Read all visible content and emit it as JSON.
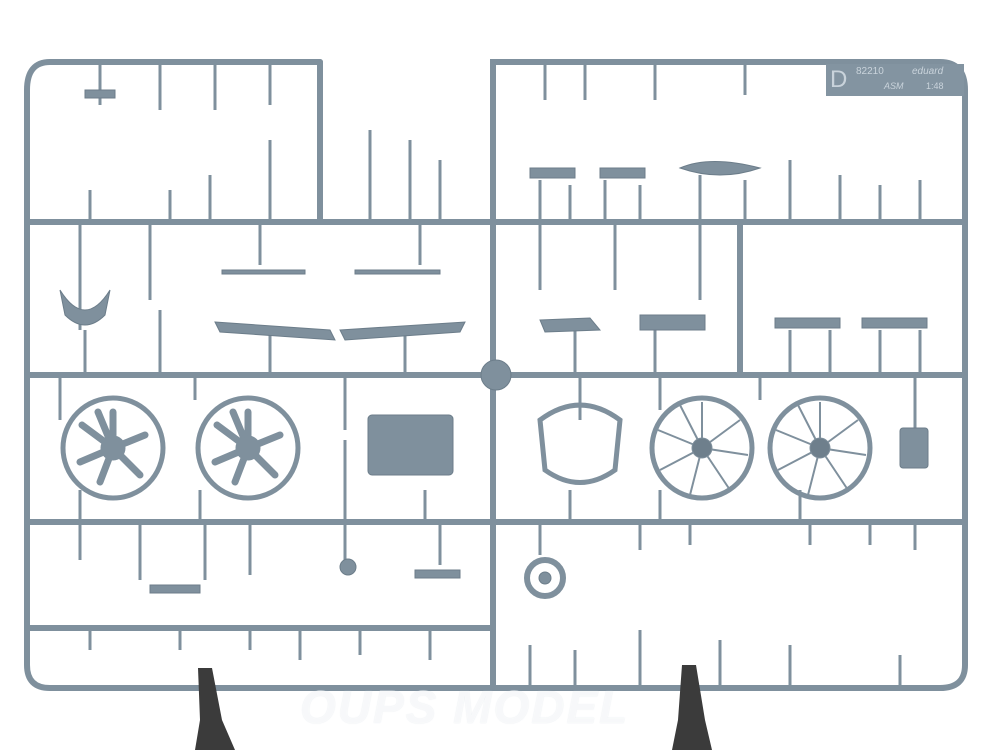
{
  "sprue": {
    "letter": "D",
    "code": "82210",
    "brand": "eduard",
    "sub": "ASM",
    "scale": "1:48"
  },
  "watermark": "OUPS MODEL",
  "colors": {
    "plastic": "#7f909d",
    "plastic_dark": "#5f6f7c",
    "background": "#ffffff",
    "stand": "#3a3a3a"
  }
}
